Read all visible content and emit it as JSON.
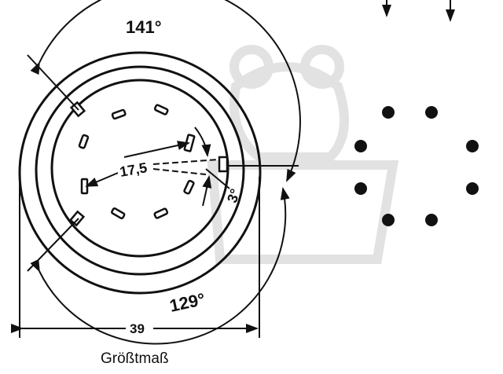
{
  "diagram": {
    "angle_top": "141°",
    "angle_bottom": "129°",
    "radius_label": "17,5",
    "small_angle": "3°",
    "width_dimension": "39",
    "caption": "Größtmaß"
  },
  "colors": {
    "ink": "#111111",
    "watermark": "#e4e4e4"
  }
}
